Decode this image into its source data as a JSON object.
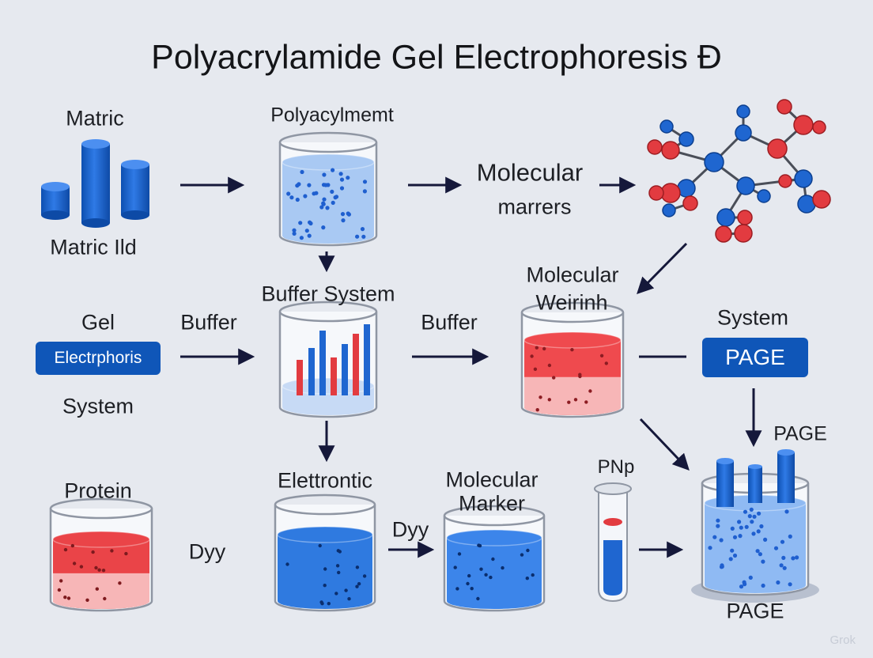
{
  "title": "Polyacrylamide Gel Electrophoresis Đ",
  "colors": {
    "background": "#e6e9ef",
    "blue": "#1f66d0",
    "red": "#e23b40",
    "arrow": "#15183a",
    "badge": "#0f56b8"
  },
  "labels": {
    "matric_top": "Matric",
    "matric_bottom": "Matric Ild",
    "polyacylment": "Polyacylmemt",
    "molecular_markers_line1": "Molecular",
    "molecular_markers_line2": "marrers",
    "buffer_system": "Buffer System",
    "gel": "Gel",
    "system_left": "System",
    "buffer_left": "Buffer",
    "buffer_mid": "Buffer",
    "molecular_weight_line1": "Molecular",
    "molecular_weight_line2": "Weirinh",
    "system_right": "System",
    "page_right": "PAGE",
    "page_bottom": "PAGE",
    "protein": "Protein",
    "dyy_left": "Dyy",
    "elettrontic": "Elettrontic",
    "dyy_mid": "Dyy",
    "molecular_marker_line1": "Molecular",
    "molecular_marker_line2": "Marker",
    "pnp": "PNp"
  },
  "badges": {
    "electrophoris": "Electrphoris",
    "page": "PAGE"
  },
  "watermark": "Grok"
}
